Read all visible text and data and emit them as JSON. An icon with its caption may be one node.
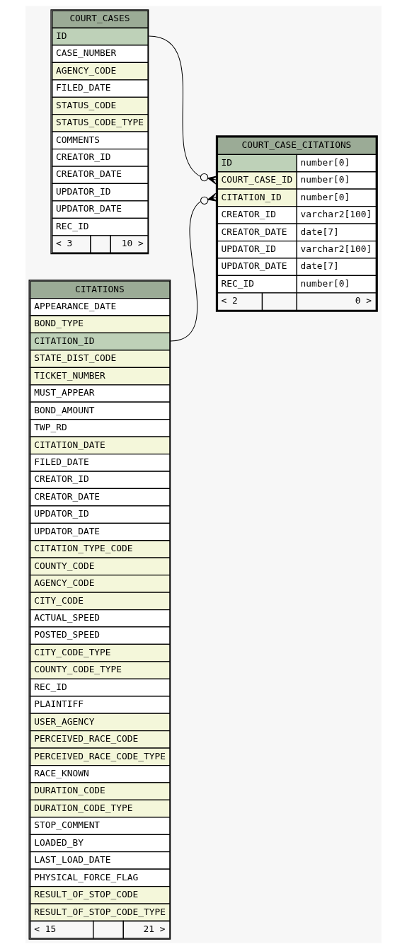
{
  "diagram": {
    "nodes": [
      {
        "text": [
          "COURT_CASES",
          "ID",
          "CASE_NUMBER",
          "AGENCY_CODE",
          "FILED_DATE",
          "STATUS_CODE",
          "STATUS_CODE_TYPE",
          "COMMENTS",
          "CREATOR_ID",
          "CREATOR_DATE",
          "UPDATOR_ID",
          "UPDATOR_DATE",
          "REC_ID",
          "< 3",
          "10 >"
        ]
      },
      {
        "text": [
          "COURT_CASE_CITATIONS",
          "ID",
          "number[0]",
          "COURT_CASE_ID",
          "number[0]",
          "CITATION_ID",
          "number[0]",
          "CREATOR_ID",
          "varchar2[100]",
          "CREATOR_DATE",
          "date[7]",
          "UPDATOR_ID",
          "varchar2[100]",
          "UPDATOR_DATE",
          "date[7]",
          "REC_ID",
          "number[0]",
          "< 2",
          "0 >"
        ]
      },
      {
        "text": [
          "CITATIONS",
          "APPEARANCE_DATE",
          "BOND_TYPE",
          "CITATION_ID",
          "STATE_DIST_CODE",
          "TICKET_NUMBER",
          "MUST_APPEAR",
          "BOND_AMOUNT",
          "TWP_RD",
          "CITATION_DATE",
          "FILED_DATE",
          "CREATOR_ID",
          "CREATOR_DATE",
          "UPDATOR_ID",
          "UPDATOR_DATE",
          "CITATION_TYPE_CODE",
          "COUNTY_CODE",
          "AGENCY_CODE",
          "CITY_CODE",
          "ACTUAL_SPEED",
          "POSTED_SPEED",
          "CITY_CODE_TYPE",
          "COUNTY_CODE_TYPE",
          "REC_ID",
          "PLAINTIFF",
          "USER_AGENCY",
          "PERCEIVED_RACE_CODE",
          "PERCEIVED_RACE_CODE_TYPE",
          "RACE_KNOWN",
          "DURATION_CODE",
          "DURATION_CODE_TYPE",
          "STOP_COMMENT",
          "LOADED_BY",
          "LAST_LOAD_DATE",
          "PHYSICAL_FORCE_FLAG",
          "RESULT_OF_STOP_CODE",
          "RESULT_OF_STOP_CODE_TYPE",
          "< 15",
          "21 >"
        ]
      }
    ],
    "edges": [
      {
        "from": 1,
        "to": 0,
        "arrow": "other"
      },
      {
        "from": 1,
        "to": 2,
        "arrow": "other"
      }
    ]
  }
}
